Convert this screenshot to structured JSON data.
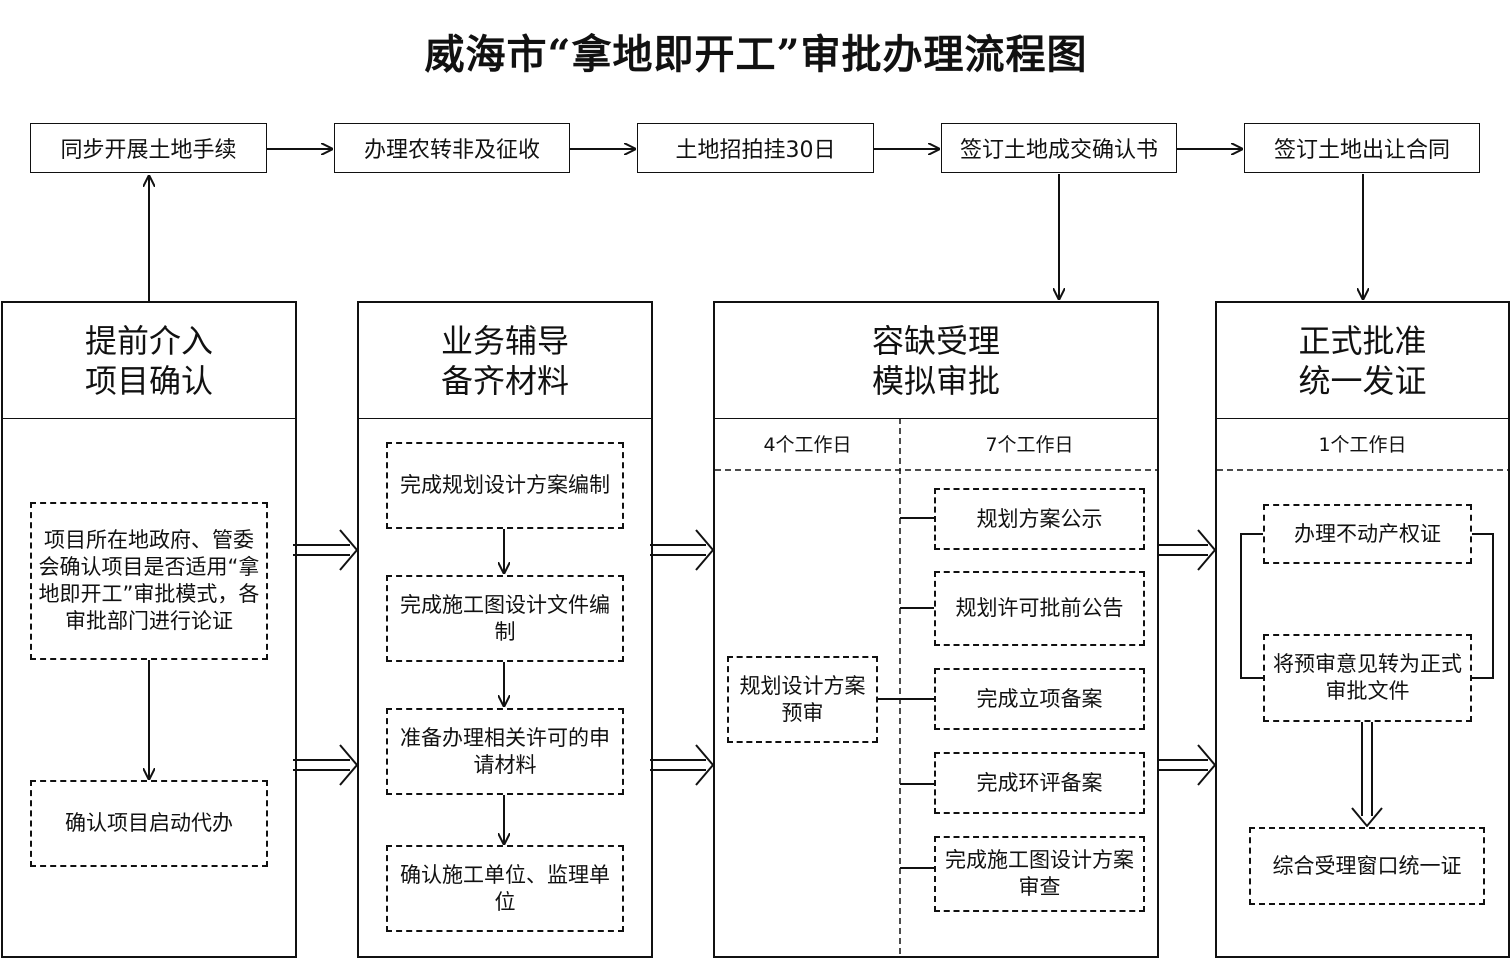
{
  "title": "威海市“拿地即开工”审批办理流程图",
  "top_flow": [
    "同步开展土地手续",
    "办理农转非及征收",
    "土地招拍挂30日",
    "签订土地成交确认书",
    "签订土地出让合同"
  ],
  "panels": {
    "p1": {
      "line1": "提前介入",
      "line2": "项目确认",
      "box1": "项目所在地政府、管委会确认项目是否适用“拿地即开工”审批模式，各审批部门进行论证",
      "box2": "确认项目启动代办"
    },
    "p2": {
      "line1": "业务辅导",
      "line2": "备齐材料",
      "steps": [
        "完成规划设计方案编制",
        "完成施工图设计文件编制",
        "准备办理相关许可的申请材料",
        "确认施工单位、监理单位"
      ]
    },
    "p3": {
      "line1": "容缺受理",
      "line2": "模拟审批",
      "days_left": "4个工作日",
      "days_right": "7个工作日",
      "left_box": "规划设计方案预审",
      "right_items": [
        "规划方案公示",
        "规划许可批前公告",
        "完成立项备案",
        "完成环评备案",
        "完成施工图设计方案审查"
      ]
    },
    "p4": {
      "line1": "正式批准",
      "line2": "统一发证",
      "days": "1个工作日",
      "box1": "办理不动产权证",
      "box2": "将预审意见转为正式审批文件",
      "box3": "综合受理窗口统一证"
    }
  }
}
